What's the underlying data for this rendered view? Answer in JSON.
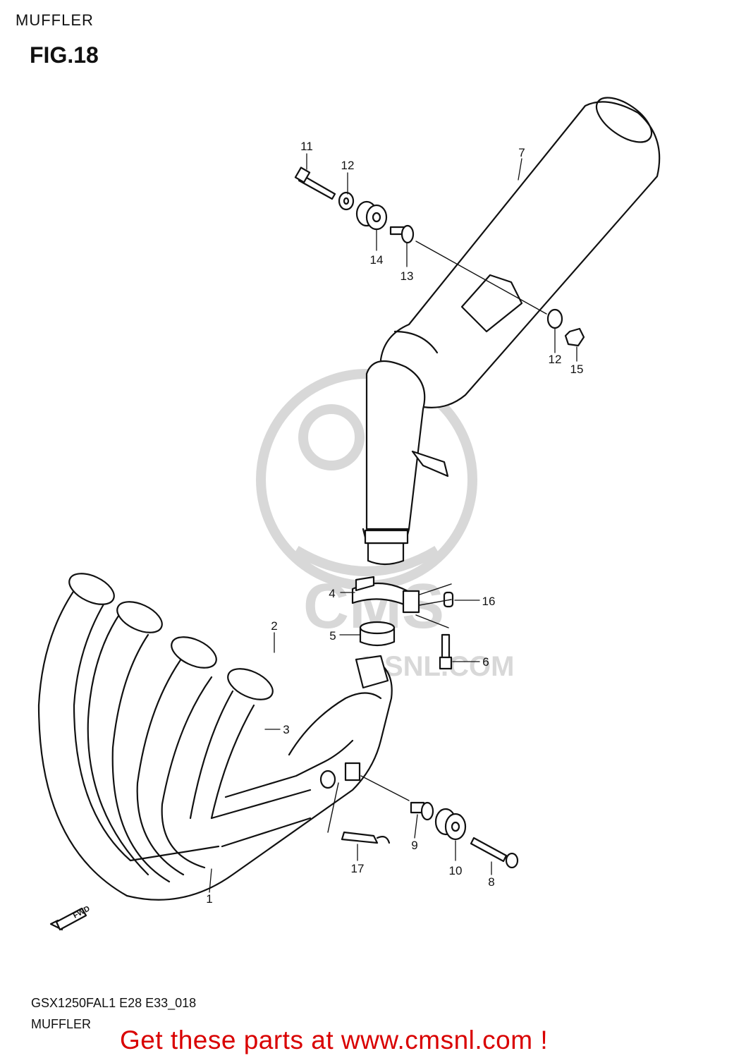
{
  "header": {
    "section_title": "MUFFLER",
    "figure_label": "FIG.18"
  },
  "footer": {
    "model_code": "GSX1250FAL1 E28 E33_018",
    "section_name": "MUFFLER",
    "call_to_action": "Get these parts at www.cmsnl.com !"
  },
  "watermark": {
    "brand": "CMS",
    "url": "WWW.CMSNL.COM"
  },
  "direction_marker": "FWD",
  "callouts": [
    "1",
    "2",
    "3",
    "4",
    "5",
    "6",
    "7",
    "8",
    "9",
    "10",
    "11",
    "12",
    "12",
    "13",
    "14",
    "15",
    "16",
    "17"
  ],
  "colors": {
    "line": "#111111",
    "watermark": "#d8d8d8",
    "cta": "#d90000"
  }
}
